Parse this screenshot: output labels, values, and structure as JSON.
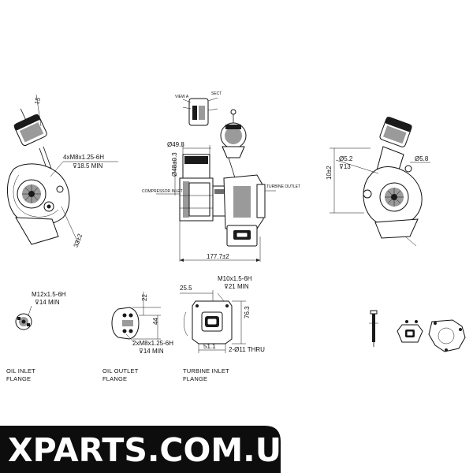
{
  "colors": {
    "ink": "#111111",
    "banner": "#0d0d0d",
    "banner_text": "#ffffff",
    "shade": "#9a9a9a"
  },
  "turbo_left": {
    "angle_label": "15",
    "thread_callout_1": "4xM8x1.25-6H",
    "thread_callout_2": "⊽18.5 MIN",
    "dim_tilt": "33±2"
  },
  "turbo_center": {
    "dia_upper": "Ø49.8",
    "dia_side": "Ø48±0.3",
    "length": "177.7±2",
    "compressor_inlet": "COMPRESSOR INLET",
    "turbine_outlet": "TURBINE OUTLET"
  },
  "turbo_right": {
    "dim_vertical": "10±2",
    "dia_a": "Ø5.2",
    "depth_a": "⊽13",
    "dia_b": "Ø5.8"
  },
  "oil_inlet": {
    "thread_1": "M12x1.5-6H",
    "thread_2": "⊽14 MIN",
    "label_1": "OIL INLET",
    "label_2": "FLANGE"
  },
  "oil_outlet": {
    "dim_a": "22",
    "dim_b": "44",
    "thread_1": "2xM8x1.25-6H",
    "thread_2": "⊽14 MIN",
    "label_1": "OIL OUTLET",
    "label_2": "FLANGE"
  },
  "turbine_inlet": {
    "dim_top": "25.5",
    "thread_1": "M10x1.5-6H",
    "thread_2": "⊽21 MIN",
    "dim_height": "76.3",
    "dim_width": "51.1",
    "holes": "2-Ø11 THRU",
    "label_1": "TURBINE INLET",
    "label_2": "FLANGE"
  },
  "watermark": "XPARTS.COM.UA"
}
